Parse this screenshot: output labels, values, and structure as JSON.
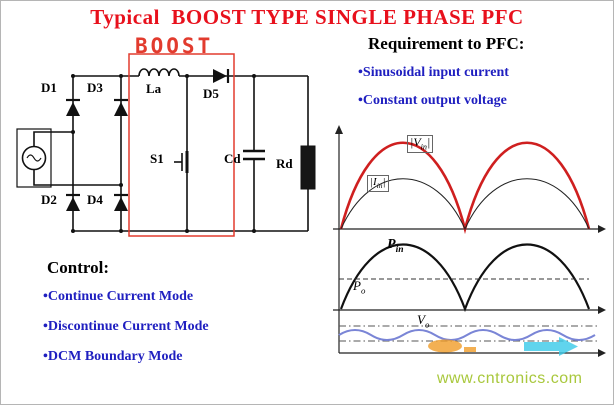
{
  "title": "Typical  BOOST TYPE SINGLE PHASE PFC",
  "boost_label": "BOOST",
  "components": {
    "d1": "D1",
    "d2": "D2",
    "d3": "D3",
    "d4": "D4",
    "d5": "D5",
    "la": "La",
    "s1": "S1",
    "cd": "Cd",
    "rd": "Rd"
  },
  "requirements": {
    "heading": "Requirement to PFC:",
    "items": [
      "•Sinusoidal input current",
      "•Constant output voltage"
    ]
  },
  "control": {
    "heading": "Control:",
    "items": [
      "•Continue Current Mode",
      "•Discontinue Current Mode",
      "•DCM Boundary Mode"
    ]
  },
  "waveform_labels": {
    "vin": {
      "open": "|",
      "sym": "V",
      "sub": "in",
      "close": "|"
    },
    "iin": {
      "open": "|",
      "sym": "I",
      "sub": "in",
      "close": "|"
    },
    "pin": {
      "sym": "P",
      "sub": "in"
    },
    "po": {
      "sym": "P",
      "sub": "o"
    },
    "vo": {
      "sym": "V",
      "sub": "o"
    }
  },
  "watermark": "www.cntronics.com",
  "colors": {
    "title-red": "#e8101c",
    "boost-red": "#e23b2e",
    "text-blue": "#1f1fc0",
    "vin-red": "#cf1f1f",
    "vo-blue": "#7a85d6",
    "watermark-green": "#a9c83d",
    "highlight-orange": "#f09c28",
    "highlight-cyan": "#38c9e8"
  }
}
